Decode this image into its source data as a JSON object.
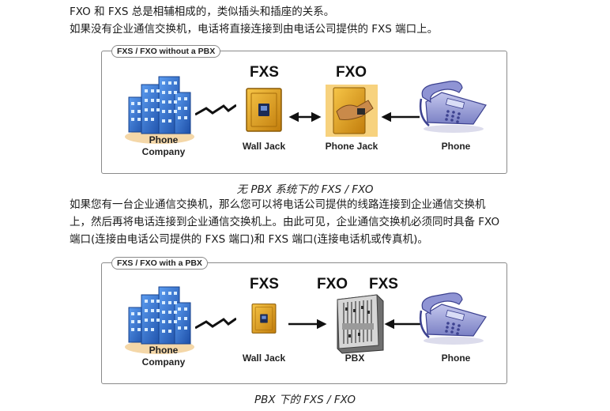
{
  "intro": {
    "line1": "FXO 和 FXS 总是相辅相成的，类似插头和插座的关系。",
    "line2": "如果没有企业通信交换机，电话将直接连接到由电话公司提供的 FXS 端口上。"
  },
  "diagram1": {
    "title": "FXS / FXO without a PBX",
    "fxs": "FXS",
    "fxo": "FXO",
    "company_line1": "Phone",
    "company_line2": "Company",
    "wall_jack": "Wall Jack",
    "phone_jack": "Phone Jack",
    "phone": "Phone",
    "caption": "无 PBX 系统下的 FXS / FXO"
  },
  "middle": {
    "line1": "如果您有一台企业通信交换机，那么您可以将电话公司提供的线路连接到企业通信交换机",
    "line2": "上，然后再将电话连接到企业通信交换机上。由此可见，企业通信交换机必须同时具备 FXO",
    "line3": "端口(连接由电话公司提供的 FXS 端口)和 FXS 端口(连接电话机或传真机)。"
  },
  "diagram2": {
    "title": "FXS / FXO with a PBX",
    "fxs_left": "FXS",
    "fxo": "FXO",
    "fxs_right": "FXS",
    "company_line1": "Phone",
    "company_line2": "Company",
    "wall_jack": "Wall Jack",
    "pbx": "PBX",
    "phone": "Phone",
    "caption": "PBX 下的 FXS / FXO"
  },
  "colors": {
    "building": "#2f6fd0",
    "jack": "#e5a21f",
    "phone_body": "#9ea3d8",
    "frame": "#8a8a8a"
  },
  "icons": [
    "building-icon",
    "lightning-line-icon",
    "wall-jack-icon",
    "phone-jack-icon",
    "telephone-icon",
    "pbx-cabinet-icon",
    "arrow-icon"
  ]
}
